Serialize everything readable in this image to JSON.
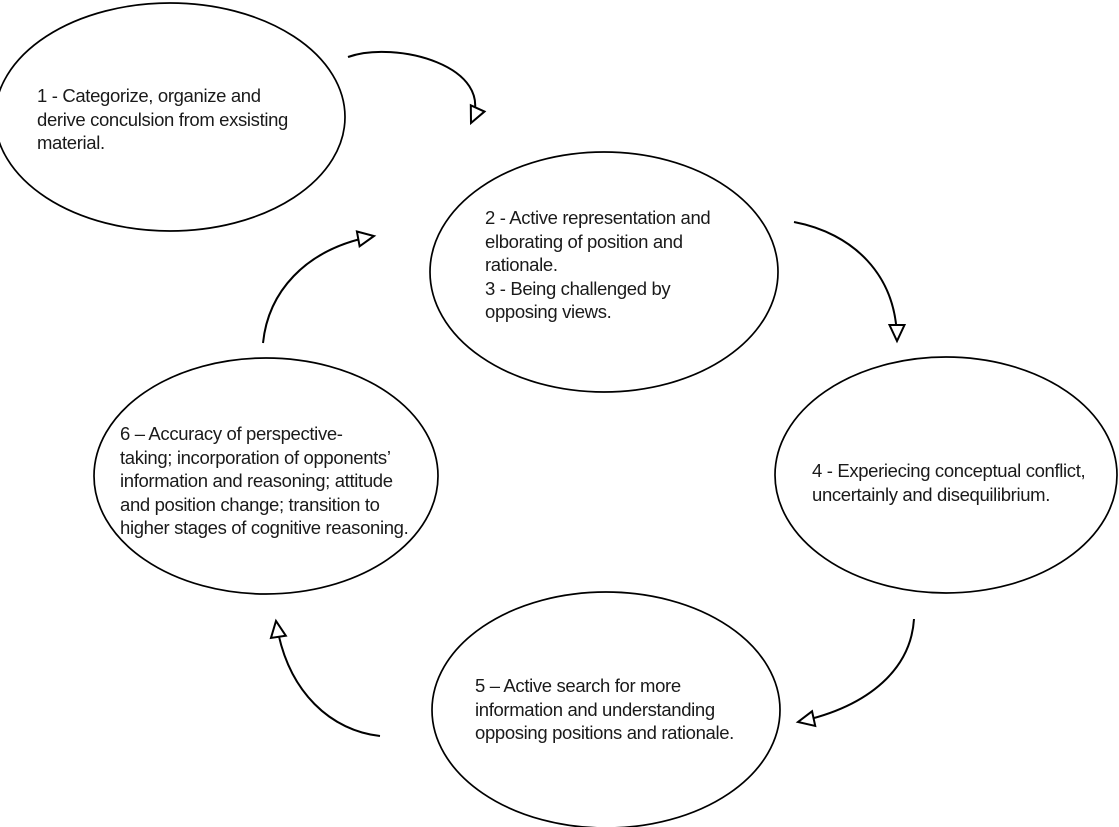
{
  "figure": {
    "type": "cycle-diagram",
    "background_color": "#ffffff",
    "outline_color": "#000000",
    "text_color": "#1a1a1a",
    "arrowhead_style": "open-triangle",
    "flow_direction": "clockwise",
    "nodes": [
      {
        "id": "1",
        "text": "1 - Categorize, organize and derive conculsion from exsisting material.",
        "lines": [
          "1 - Categorize, organize and",
          "derive conculsion from exsisting",
          "material."
        ]
      },
      {
        "id": "2-3",
        "text": "2 - Active representation and elborating of position and rationale. 3 - Being challenged by opposing views.",
        "lines": [
          "2 - Active representation and",
          "elborating of position and",
          "rationale.",
          "3 - Being challenged by",
          "opposing views."
        ]
      },
      {
        "id": "4",
        "text": "4 - Experiecing conceptual conflict, uncertainly and disequilibrium.",
        "lines": [
          "4 - Experiecing conceptual conflict,",
          "uncertainly and disequilibrium."
        ]
      },
      {
        "id": "5",
        "text": "5 – Active search for more information and understanding opposing positions and rationale.",
        "lines": [
          "5 – Active search for more",
          "information and understanding",
          "opposing positions and rationale."
        ]
      },
      {
        "id": "6",
        "text": "6 – Accuracy of perspective-taking; incorporation of opponents’ information and reasoning; attitude and position change; transition to higher stages of cognitive reasoning.",
        "lines": [
          "6 – Accuracy of perspective-",
          "taking; incorporation of opponents’",
          "information and reasoning; attitude",
          "and position change; transition to",
          "higher stages of cognitive reasoning."
        ]
      }
    ],
    "arrows": [
      {
        "from": "1",
        "to": "2-3"
      },
      {
        "from": "2-3",
        "to": "4"
      },
      {
        "from": "4",
        "to": "5"
      },
      {
        "from": "5",
        "to": "6"
      },
      {
        "from": "6",
        "to": "2-3"
      }
    ]
  }
}
